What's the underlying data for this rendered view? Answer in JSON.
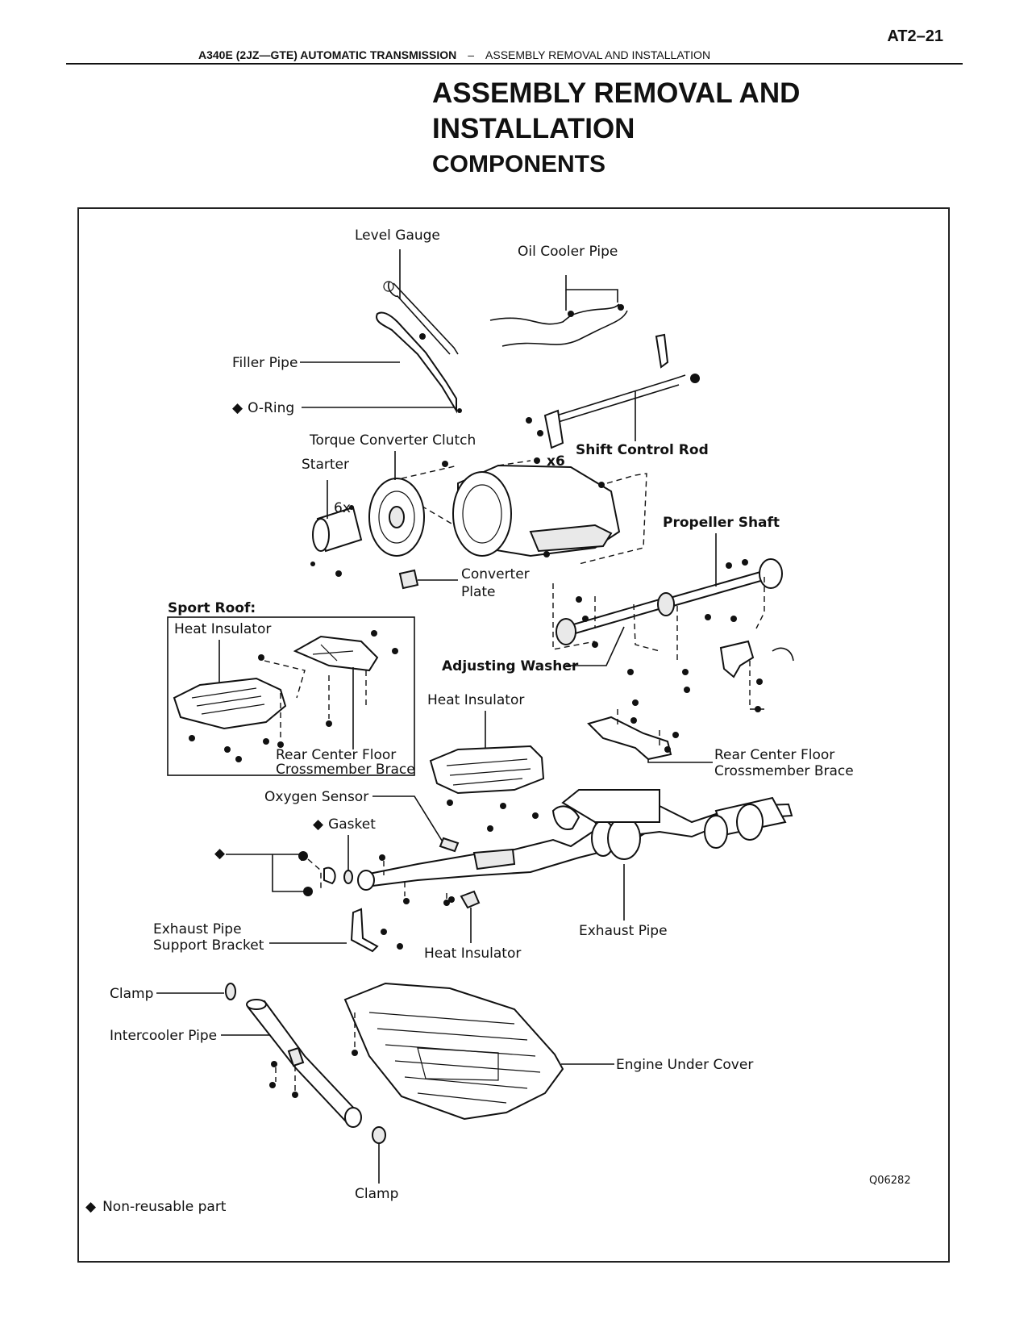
{
  "header": {
    "page_number": "AT2–21",
    "chapter": "A340E (2JZ—GTE) AUTOMATIC TRANSMISSION",
    "separator": "–",
    "section": "ASSEMBLY REMOVAL AND INSTALLATION"
  },
  "title": {
    "line1": "ASSEMBLY REMOVAL AND",
    "line2": "INSTALLATION",
    "subtitle": "COMPONENTS"
  },
  "figure": {
    "labels": {
      "level_gauge": "Level Gauge",
      "oil_cooler_pipe": "Oil Cooler Pipe",
      "filler_pipe": "Filler Pipe",
      "o_ring": "O-Ring",
      "torque_converter_clutch": "Torque Converter Clutch",
      "starter": "Starter",
      "shift_control_rod": "Shift Control Rod",
      "x6": "x6",
      "six_x": "6x",
      "propeller_shaft": "Propeller Shaft",
      "converter_plate_1": "Converter",
      "converter_plate_2": "Plate",
      "sport_roof": "Sport Roof:",
      "heat_insulator_roof": "Heat Insulator",
      "adjusting_washer": "Adjusting Washer",
      "heat_insulator_mid": "Heat Insulator",
      "rear_brace_roof_1": "Rear Center Floor",
      "rear_brace_roof_2": "Crossmember Brace",
      "rear_brace_1": "Rear Center Floor",
      "rear_brace_2": "Crossmember Brace",
      "oxygen_sensor": "Oxygen Sensor",
      "gasket": "Gasket",
      "exhaust_bracket_1": "Exhaust Pipe",
      "exhaust_bracket_2": "Support Bracket",
      "exhaust_pipe": "Exhaust Pipe",
      "heat_insulator_low": "Heat Insulator",
      "clamp_top": "Clamp",
      "intercooler_pipe": "Intercooler Pipe",
      "engine_under_cover": "Engine Under Cover",
      "clamp_bottom": "Clamp",
      "figure_code": "Q06282",
      "legend": "Non-reusable part"
    },
    "non_reusable_symbol": "◆"
  }
}
